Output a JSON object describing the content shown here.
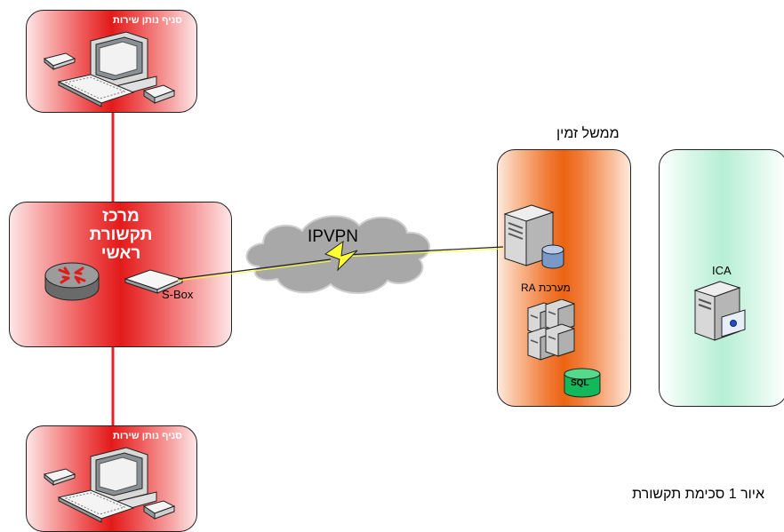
{
  "branch_top": {
    "label": "סניף נותן שירות"
  },
  "branch_bottom": {
    "label": "סניף נותן שירות"
  },
  "hub": {
    "title_lines": [
      "מרכז",
      "תקשורת",
      "ראשי"
    ],
    "sbox_label": "S-Box"
  },
  "cloud": {
    "label": "IPVPN"
  },
  "timeframe": {
    "title": "ממשל זמין",
    "ra_label": "מערכת RA",
    "sql_label": "SQL"
  },
  "ica": {
    "label": "ICA"
  },
  "caption": {
    "text": "איור 1 סכימת תקשורת"
  },
  "colors": {
    "link_red": "#e8202a",
    "hub_red": "#e31a1a",
    "orange": "#ec6412",
    "mint": "#b6eed6",
    "bolt_yellow": "#ffff33",
    "cloud_gray": "#a8a8a8"
  },
  "icons": [
    "desktop-computer-icon",
    "router-icon",
    "sbox-device-icon",
    "server-with-database-icon",
    "server-cluster-icon",
    "sql-database-icon",
    "ca-server-icon",
    "lightning-link-icon",
    "cloud-icon"
  ]
}
